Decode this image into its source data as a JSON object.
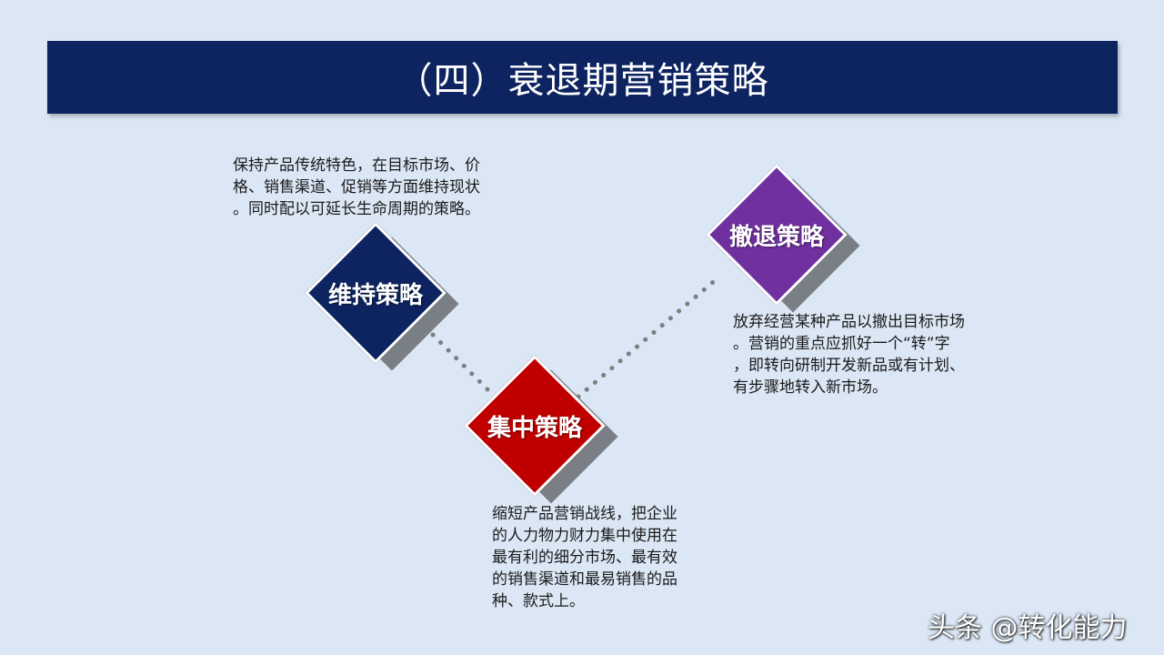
{
  "title": "（四）衰退期营销策略",
  "strategies": [
    {
      "label": "维持策略",
      "color": "#0d2461",
      "description_lines": [
        "保持产品传统特色，在目标市场、价",
        "格、销售渠道、促销等方面维持现状",
        "。同时配以可延长生命周期的策略。"
      ]
    },
    {
      "label": "集中策略",
      "color": "#c00000",
      "description_lines": [
        "缩短产品营销战线，把企业",
        "的人力物力财力集中使用在",
        "最有利的细分市场、最有效",
        "的销售渠道和最易销售的品",
        "种、款式上。"
      ]
    },
    {
      "label": "撤退策略",
      "color": "#7030a0",
      "description_lines": [
        "放弃经营某种产品以撤出目标市场",
        "。营销的重点应抓好一个“转”字",
        "，即转向研制开发新品或有计划、",
        "有步骤地转入新市场。"
      ]
    }
  ],
  "watermark": "头条 @转化能力"
}
